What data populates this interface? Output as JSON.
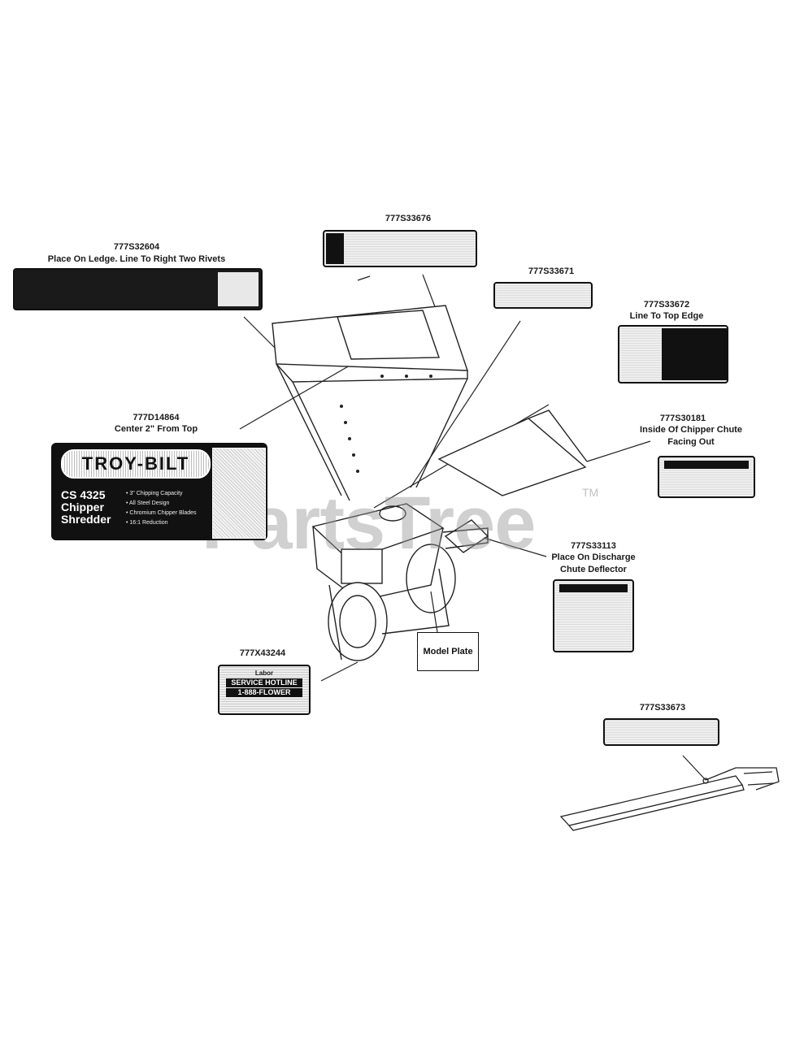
{
  "callouts": {
    "c1": {
      "part": "777S33676",
      "note": ""
    },
    "c2": {
      "part": "777S32604",
      "note": "Place On Ledge. Line To Right Two Rivets"
    },
    "c3": {
      "part": "777S33671",
      "note": ""
    },
    "c4": {
      "part": "777S33672",
      "note": "Line To Top Edge"
    },
    "c5": {
      "part": "777D14864",
      "note": "Center 2\" From Top"
    },
    "c6": {
      "part": "777S30181",
      "note1": "Inside Of Chipper Chute",
      "note2": "Facing Out"
    },
    "c7": {
      "part": "777S33113",
      "note1": "Place On Discharge",
      "note2": "Chute Deflector"
    },
    "c8": {
      "part": "777X43244",
      "note": ""
    },
    "c9": {
      "part": "777S33673",
      "note": ""
    }
  },
  "model_plate": "Model Plate",
  "decal_troybilt": {
    "brand": "TROY-BILT",
    "model": "CS 4325",
    "name1": "Chipper",
    "name2": "Shredder",
    "features": [
      "3\" Chipping Capacity",
      "All Steel Design",
      "Chromium Chipper Blades",
      "16:1 Reduction"
    ]
  },
  "decal_service": {
    "line1": "Labor",
    "line2": "SERVICE HOTLINE",
    "line3": "1-888-FLOWER"
  },
  "watermark": "PartsTree",
  "watermark_tm": "TM"
}
